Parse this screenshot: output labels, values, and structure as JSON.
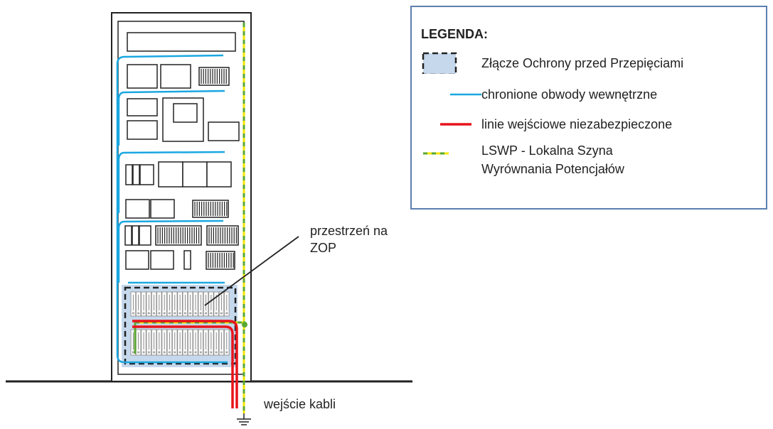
{
  "legend": {
    "title": "LEGENDA:",
    "items": [
      {
        "icon": "dashed-box-icon",
        "label": "Złącze Ochrony przed Przepięciami"
      },
      {
        "icon": "blue-line-icon",
        "label": "chronione obwody wewnętrzne",
        "color": "#1aa7e1"
      },
      {
        "icon": "red-line-icon",
        "label": "linie wejściowe niezabezpieczone",
        "color": "#e8141c"
      },
      {
        "icon": "yellow-green-dashed-line-icon",
        "label": "LSWP - Lokalna Szyna",
        "label2": "Wyrównania Potencjałów",
        "color": "#f2e600"
      }
    ]
  },
  "labels": {
    "zop_space_1": "przestrzeń na",
    "zop_space_2": "ZOP",
    "cable_entry": "wejście kabli"
  },
  "colors": {
    "protected": "#1aa7e1",
    "unprotected": "#e8141c",
    "earth_yellow": "#f2e600",
    "earth_green": "#5aa832",
    "zop_fill": "#c5d8ec",
    "border": "#222222"
  }
}
